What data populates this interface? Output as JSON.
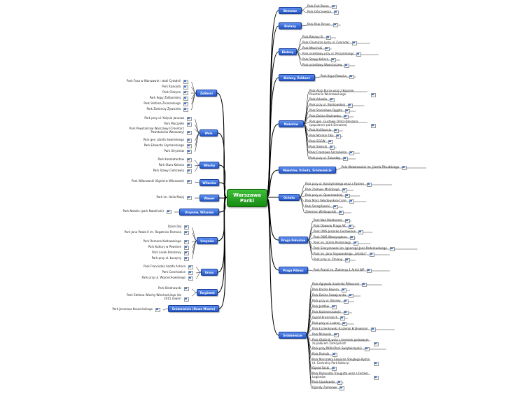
{
  "root": {
    "label_line1": "Warszawa",
    "label_line2": "Parki"
  },
  "colors": {
    "root": "#168a12",
    "category": "#2456c7",
    "link": "#000000"
  },
  "right": [
    {
      "name": "Bemowo",
      "items": [
        "Park Fort Bema",
        "Park Górczewska"
      ]
    },
    {
      "name": "Bielany",
      "items": [
        "Park Pole Picnon"
      ]
    },
    {
      "name": "Bielany",
      "items": [
        "Park Bielany III",
        "Park Chomiczo (przy ul. Conrada)",
        "Park Młociński",
        "Park osiedlowy przy ul. Perzyńskiego",
        "Park Stawy Kellera",
        "Park osiedlowy Wawrzyszew"
      ]
    },
    {
      "name": "Bielany, Żoliborz",
      "items": [
        "Park Kępa Potocka"
      ]
    },
    {
      "name": "Mokotów",
      "items": [
        "Park Akcji Burza wraz z Kopcem Powstania Warszawskiego",
        "Park Arkadia",
        "Park przy ul. Borikowskiej",
        "Park Stanisława Dygata",
        "Park Dolina Służewska",
        "Park gen. Gustawa Orlicz-Dreszera (popularnie park Dreszera)",
        "Park Królikarnia",
        "Park Morskie Oko",
        "Park SGGW",
        "Park Sielecki",
        "Park Czaszowa Szczubelka",
        "Park przy ul. Śniardwy"
      ]
    },
    {
      "name": "Mokotów, Ochota, Śródmieście",
      "items": [
        "Pole Mokotowskie im. Józefa Piłsudskiego"
      ]
    },
    {
      "name": "Ochota",
      "items": [
        "Park przy ul. Korotyńskiego wraz z Fortem",
        "Park Zasława Malickiego",
        "Park przy ul. Opaczewskiej",
        "Park Marii Skłodowskiej-Curie",
        "Park Szczęśliwicki",
        "Zieleniec Wielkopolski"
      ]
    },
    {
      "name": "Praga Południe",
      "items": [
        "Park Nad Balatonem",
        "Park Obwodu Praga AK",
        "Park OWS Jeziorko Gocławskie",
        "Park OWS Waszyngtona",
        "Park im. Józefa Polińskiego",
        "Park Skaryszewski im. Ignacego Jana Paderewskiego",
        "Park im. Jana Szypowskiego „Leśnika”",
        "Park przy ul. Zmiany"
      ]
    },
    {
      "name": "Praga Północ",
      "items": [
        "Park Praski im. Żołnierzy 1 Armii WP"
      ]
    },
    {
      "name": "Śródmieście",
      "items": [
        "Park Agrykola (Łazienki Północne)",
        "Park Karola Beyera",
        "Park Dolina Szwajcarska",
        "Park przy ul. Bonsey",
        "Park Jazdów",
        "Park Kazimierzowski",
        "Ogród Krasińskich",
        "Park przy ul. Ludnej",
        "Park Łazienkowski (Łazienki Królewskie)",
        "Park Mirowski",
        "Park Obóźnik wraz z terenem parkowym za pałacem Zamoyskich",
        "Park przy PKiN (Park Świętokrzyski)",
        "Park Pomnik",
        "Park Marszałka Edwarda Śmigłego-Rydza (d. Centralny Park Kultury)",
        "Ogród Saski",
        "Park Romualda Traugutta wraz z Fortem Legionów",
        "Park Ujazdowski",
        "Ogrody Zamkowe"
      ]
    }
  ],
  "left": [
    {
      "name": "Żoliborz",
      "items": [
        "Park Fosa w Warszawie i stoki Cytadeli",
        "Park Kaskada",
        "Park Olszyna",
        "Park Kępy Żoliborskiej",
        "Park Stefana Żeromskiego",
        "Park Żołnierzy Żywiciela"
      ]
    },
    {
      "name": "Wola",
      "items": [
        "Park przy ul. Księcia Janusza",
        "Park Moczydło",
        "Park Powstańców Warszawy (Cmentarz Powstańców Warszawy)",
        "Park gen. Józefa Sowińskiego",
        "Park Edwarda Szymańskiego",
        "Park Ulrychów"
      ]
    },
    {
      "name": "Włochy",
      "items": [
        "Park Kombatantów",
        "Park Stara Kolonia",
        "Park Stawy Cietrzewia"
      ]
    },
    {
      "name": "Wilanów",
      "items": [
        "Park Wilanowski (Ogród w Wilanowie)"
      ]
    },
    {
      "name": "Wawer",
      "items": [
        "Park im. Hallo Mojej"
      ]
    },
    {
      "name": "Ursynów, Wilanów",
      "items": [
        "Park Natolin (park Natoliński)"
      ]
    },
    {
      "name": "Ursynów",
      "items": [
        "Dzień Dej",
        "Park Jana Pawła II im. Rogatnico Romana",
        "Park Romana Kozłowskiego",
        "Park Kultury w Powsinie",
        "Park Lasek Brzozowy",
        "Park przy ul. Łuczyny"
      ]
    },
    {
      "name": "Ursus",
      "items": [
        "Park Franciszka Adolfa Achera",
        "Park Czechowice",
        "Park przy ul. Wojciechowskiego"
      ]
    },
    {
      "name": "Targówek",
      "items": [
        "Park Bródnowski",
        "Park Stefana Wiechy-Wiechockiego (do 2015 skwer)"
      ]
    },
    {
      "name": "Śródmieście (Nowe Miasto)",
      "items": [
        "Park Jenenasa Kosocińskiego"
      ]
    }
  ]
}
